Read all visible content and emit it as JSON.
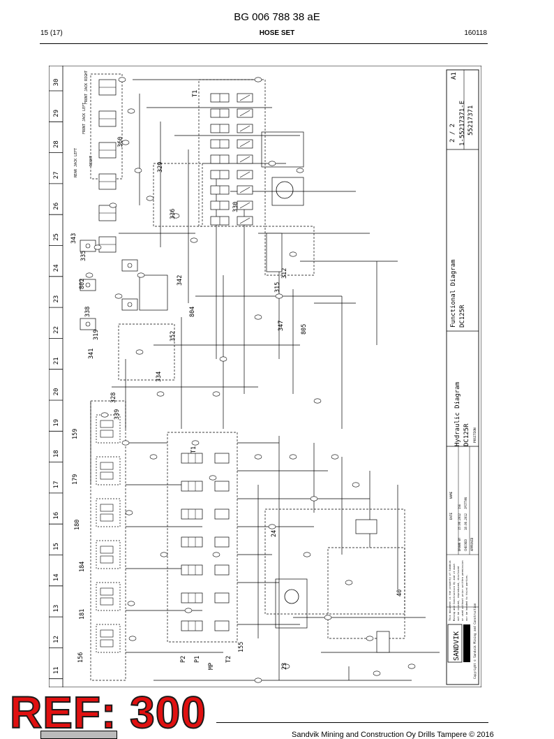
{
  "header": {
    "doc_code": "BG 006 788 38 aE",
    "page": "15 (17)",
    "title": "HOSE SET",
    "date": "160118"
  },
  "diagram": {
    "grid_numbers": [
      "30",
      "29",
      "28",
      "27",
      "26",
      "25",
      "24",
      "23",
      "22",
      "21",
      "20",
      "19",
      "18",
      "17",
      "16",
      "15",
      "14",
      "13",
      "12",
      "11"
    ],
    "component_numbers": [
      "360",
      "329",
      "336",
      "343",
      "335",
      "802",
      "330",
      "342",
      "338",
      "804",
      "319",
      "352",
      "347",
      "315",
      "312",
      "805",
      "341",
      "334",
      "328",
      "339",
      "159",
      "179",
      "180",
      "184",
      "181",
      "156",
      "155",
      "24",
      "40",
      "23",
      "T1",
      "T1",
      "P1",
      "P2",
      "T2",
      "MP",
      "A1"
    ],
    "block_labels": [
      "FRONT JACK RIGHT",
      "FRONT JACK LEFT",
      "REAR JACK LEFT",
      "RIGHT"
    ],
    "title_block": {
      "functional_title": "Functional Diagram",
      "model": "DC125R",
      "hydraulic_title": "Hydraulic Diagram",
      "model2": "DC125R",
      "sheet": "2 / 2",
      "drawing_no": "1-55217371-E",
      "part_no": "55217371",
      "brand": "SANDVIK",
      "copyright": "Copyright © Sandvik Mining and Construction",
      "table_headers": [
        "DATE",
        "NAME"
      ],
      "table_rows": [
        [
          "DRAWN BY",
          "15.06.2012",
          "ISE"
        ],
        [
          "CHECKED",
          "18.06.2012",
          "JPITTAN"
        ],
        [
          "APPROVED",
          "",
          ""
        ]
      ],
      "position_label": "POSITION",
      "notice_lines": [
        "This document is the property of Sandvik",
        "Mining and Construction Oy and it must",
        "not be copied, reproduced, disclosed",
        "or used without prior written permission",
        "nor be handed to third parties."
      ]
    }
  },
  "stamp": {
    "ref_label": "REF: 300"
  },
  "footer": {
    "text": "Sandvik Mining and Construction Oy Drills Tampere © 2016"
  },
  "colors": {
    "ref_fill": "#e01010",
    "ink": "#000000"
  }
}
